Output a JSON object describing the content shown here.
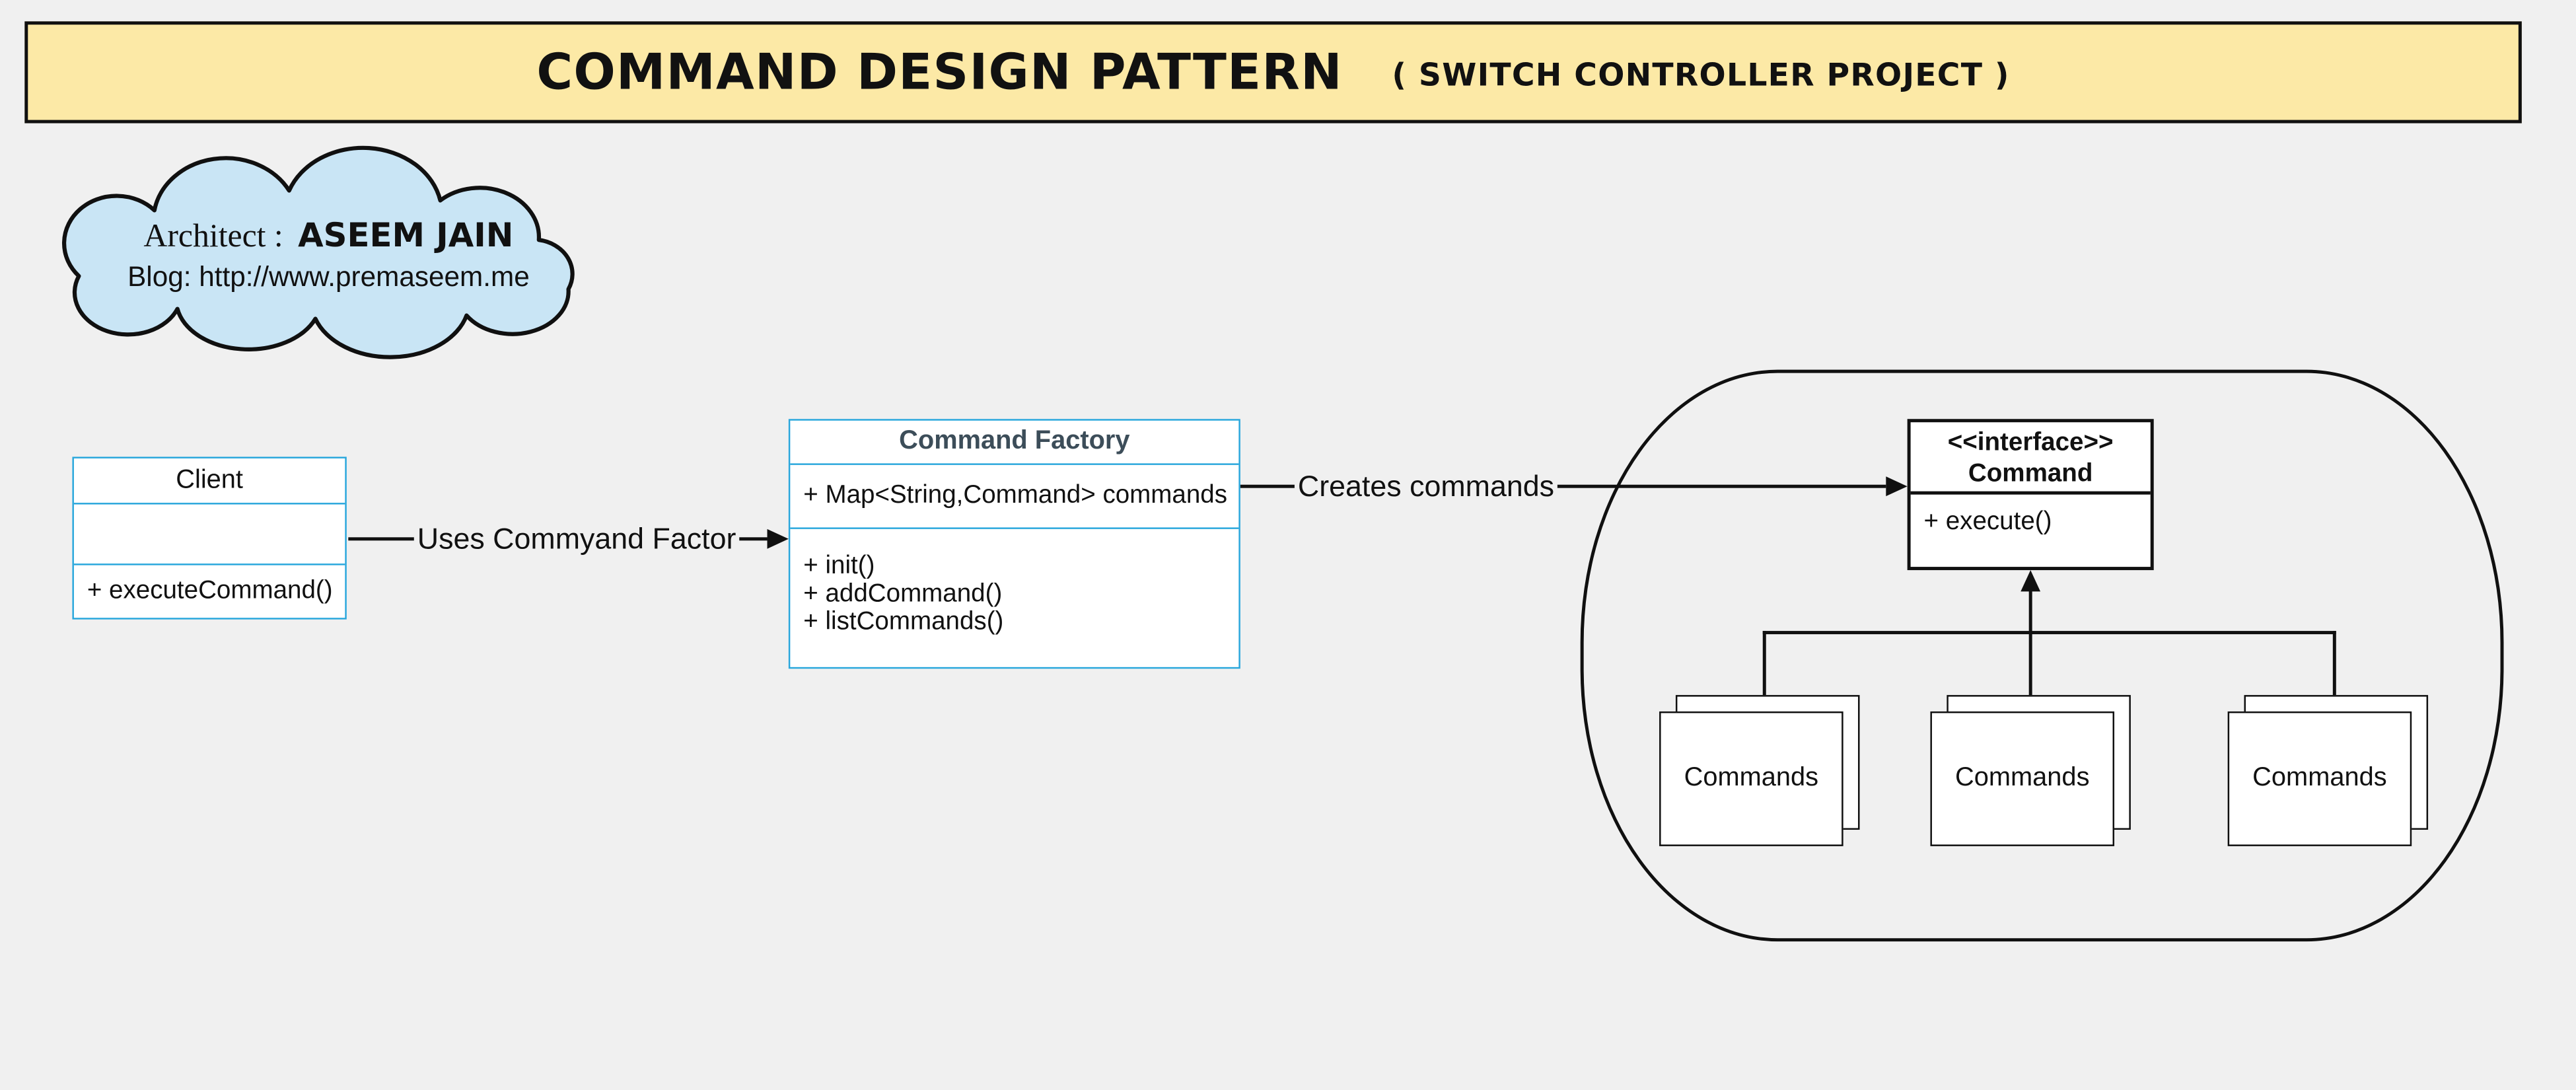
{
  "banner": {
    "title": "COMMAND DESIGN PATTERN",
    "subtitle": "( SWITCH CONTROLLER PROJECT )"
  },
  "cloud": {
    "architect_label": "Architect :",
    "architect_name": "ASEEM JAIN",
    "blog": "Blog: http://www.premaseem.me"
  },
  "client_class": {
    "title": "Client",
    "methods": [
      "+ executeCommand()"
    ]
  },
  "factory_class": {
    "title": "Command Factory",
    "attributes": [
      "+ Map<String,Command> commands"
    ],
    "methods": [
      "+ init()",
      "+ addCommand()",
      "+ listCommands()"
    ]
  },
  "interface_class": {
    "stereotype": "<<interface>>",
    "title": "Command",
    "methods": [
      "+ execute()"
    ]
  },
  "edges": {
    "uses_label": "Uses Commyand Factor",
    "creates_label": "Creates commands"
  },
  "commands_boxes": [
    {
      "label": "Commands"
    },
    {
      "label": "Commands"
    },
    {
      "label": "Commands"
    }
  ],
  "colors": {
    "page_bg": "#f0f0f0",
    "banner_bg": "#fce9a6",
    "cloud_bg": "#c9e5f5",
    "uml_border": "#2aa7dc",
    "factory_title": "#3c4d59",
    "ink": "#101010"
  }
}
